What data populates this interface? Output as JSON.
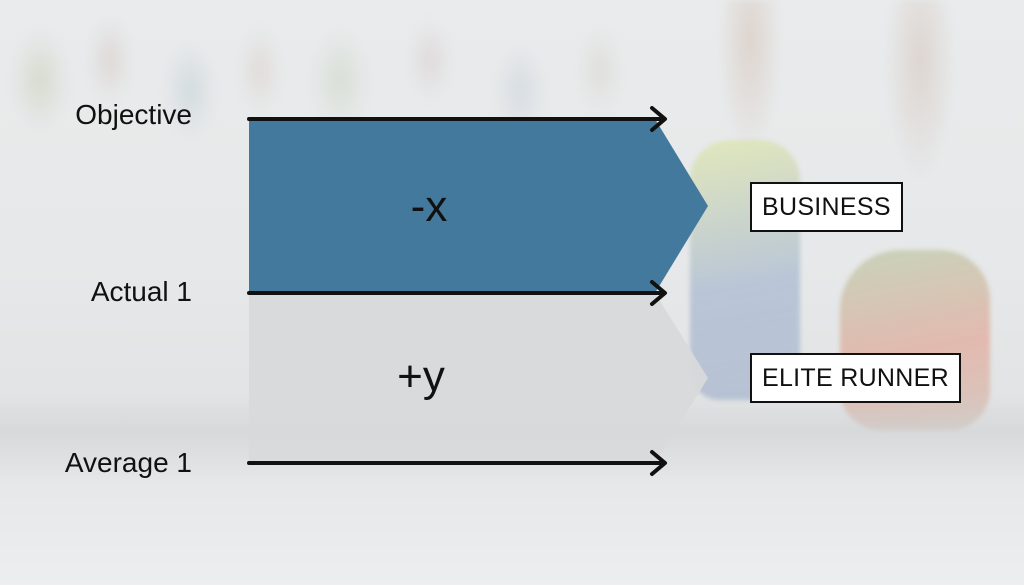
{
  "labels": {
    "objective": "Objective",
    "actual": "Actual 1",
    "average": "Average 1"
  },
  "bands": {
    "top": "-x",
    "bottom": "+y"
  },
  "tags": {
    "business": "BUSINESS",
    "elite_runner": "ELITE RUNNER"
  },
  "colors": {
    "top_band": "#43799c",
    "bottom_band": "#d8d9da",
    "arrow": "#111111"
  }
}
